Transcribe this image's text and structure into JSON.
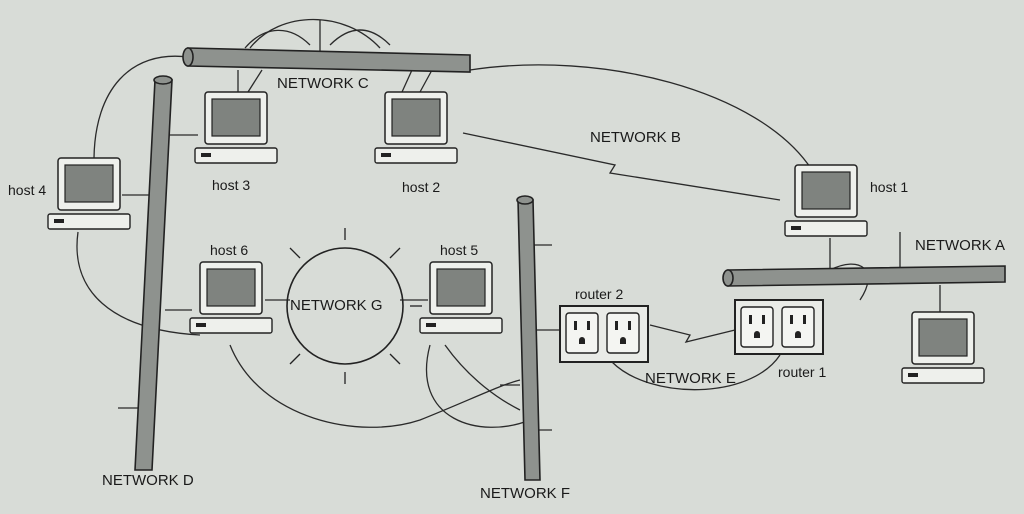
{
  "diagram": {
    "networks": {
      "a": "NETWORK A",
      "b": "NETWORK B",
      "c": "NETWORK C",
      "d": "NETWORK D",
      "e": "NETWORK E",
      "f": "NETWORK F",
      "g": "NETWORK G"
    },
    "hosts": {
      "h1": "host 1",
      "h2": "host 2",
      "h3": "host 3",
      "h4": "host 4",
      "h5": "host 5",
      "h6": "host 6"
    },
    "routers": {
      "r1": "router 1",
      "r2": "router 2"
    },
    "icons": {
      "host": "computer-icon",
      "router": "router-outlet-icon"
    },
    "colors": {
      "background": "#d8dcd7",
      "bus": "#8e928e",
      "screen": "#7f837f",
      "line": "#2a2a2a"
    }
  }
}
